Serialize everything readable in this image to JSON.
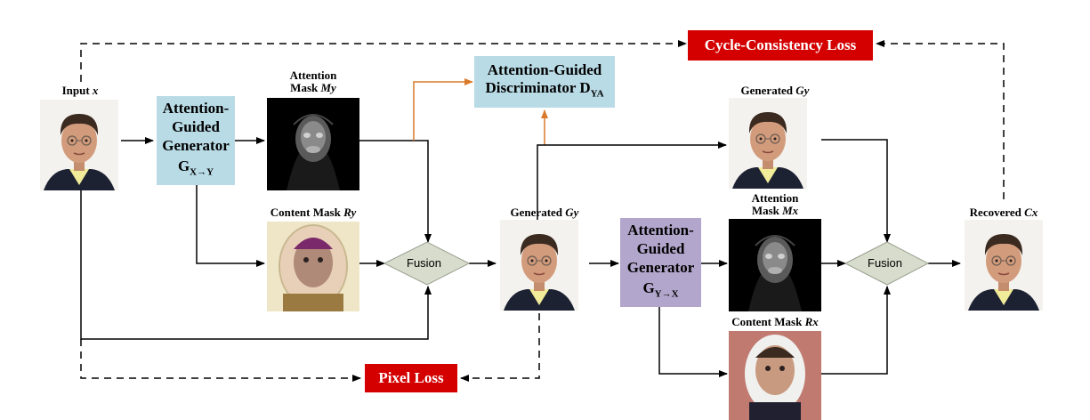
{
  "input_label": {
    "prefix": "Input ",
    "var": "x"
  },
  "generator_xy": {
    "line1": "Attention-",
    "line2": "Guided",
    "line3": "Generator",
    "symbol": "G",
    "sub": "X→Y"
  },
  "attention_mask_y": {
    "line1": "Attention",
    "line2_prefix": "Mask ",
    "var": "My"
  },
  "content_mask_y": {
    "prefix": "Content Mask ",
    "var": "Ry"
  },
  "fusion_1": "Fusion",
  "discriminator": {
    "line1": "Attention-Guided",
    "line2": "Discriminator D",
    "sub": "YA"
  },
  "cycle_loss": "Cycle-Consistency Loss",
  "generated_top": {
    "prefix": "Generated ",
    "var": "Gy"
  },
  "generated_mid": {
    "prefix": "Generated ",
    "var": "Gy"
  },
  "generator_yx": {
    "line1": "Attention-",
    "line2": "Guided",
    "line3": "Generator",
    "symbol": "G",
    "sub": "Y→X"
  },
  "attention_mask_x": {
    "line1": "Attention",
    "line2_prefix": "Mask ",
    "var": "Mx"
  },
  "content_mask_x": {
    "prefix": "Content Mask ",
    "var": "Rx"
  },
  "fusion_2": "Fusion",
  "recovered": {
    "prefix": "Recovered ",
    "var": "Cx"
  },
  "pixel_loss": "Pixel Loss",
  "colors": {
    "generator_xy_fill": "#b9dbe6",
    "generator_yx_fill": "#b3a6cc",
    "loss_fill": "#d40000",
    "fusion_fill": "#d8dccd",
    "arrow_orange": "#d97a2a"
  }
}
